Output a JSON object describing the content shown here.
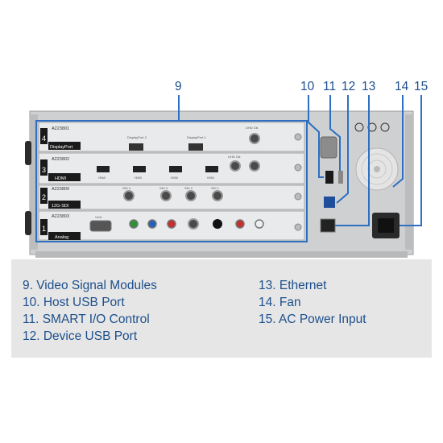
{
  "callouts": [
    "9",
    "10",
    "11",
    "12",
    "13",
    "14",
    "15"
  ],
  "modules": [
    {
      "slot": "4",
      "model": "A223801",
      "name": "DisplayPort",
      "ports": [
        "DisplayPort 2",
        "DisplayPort 1"
      ],
      "extra": "UHD Clk"
    },
    {
      "slot": "3",
      "model": "A223802",
      "name": "HDMI",
      "ports": [
        "HDMI",
        "HDMI",
        "HDMI",
        "HDMI"
      ],
      "extra": "UHD Clk"
    },
    {
      "slot": "2",
      "model": "A223800",
      "name": "12G-SDI",
      "ports": [
        "SDI 4",
        "SDI 3",
        "SDI 2",
        "SDI 1"
      ],
      "extra": ""
    },
    {
      "slot": "1",
      "model": "A223803",
      "name": "Analog",
      "ports": [
        "VGA"
      ],
      "extra": ""
    }
  ],
  "legend": {
    "left": [
      "9.   Video Signal Modules",
      "10. Host  USB Port",
      "11. SMART I/O Control",
      "12. Device USB Port"
    ],
    "right": [
      "13. Ethernet",
      "14. Fan",
      "15. AC Power Input"
    ]
  },
  "colors": {
    "callout_blue": "#1d4f8c",
    "line_blue": "#2e6fc2",
    "panel": "#d8d9db",
    "legend_bg": "#e6e6e6"
  }
}
